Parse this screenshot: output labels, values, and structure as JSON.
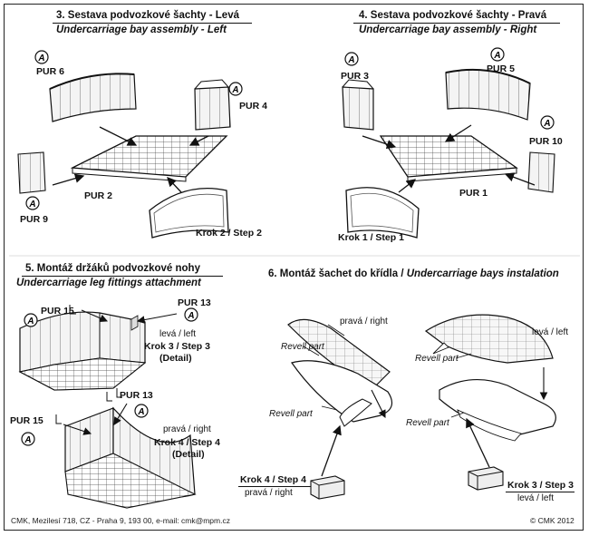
{
  "step3": {
    "title_cz": "3. Sestava podvozkové šachty - Levá",
    "title_en": "Undercarriage bay assembly -  Left",
    "labels": {
      "pur6": "PUR 6",
      "pur4": "PUR 4",
      "pur2": "PUR 2",
      "pur9": "PUR 9",
      "step": "Krok 2 / Step 2"
    }
  },
  "step4": {
    "title_cz": "4. Sestava podvozkové šachty - Pravá",
    "title_en": "Undercarriage bay assembly -  Right",
    "labels": {
      "pur3": "PUR 3",
      "pur5": "PUR 5",
      "pur10": "PUR 10",
      "pur1": "PUR 1",
      "step": "Krok 1 / Step 1"
    }
  },
  "step5": {
    "title_cz": "5. Montáž držáků podvozkové nohy",
    "title_en": "Undercarriage leg fittings attachment",
    "upper": {
      "pur15": "PUR 15",
      "pur13": "PUR 13",
      "side": "levá / left",
      "step": "Krok 3 / Step 3",
      "detail": "(Detail)"
    },
    "lower": {
      "pur13": "PUR 13",
      "pur15": "PUR 15",
      "side": "pravá / right",
      "step": "Krok 4 / Step 4",
      "detail": "(Detail)"
    }
  },
  "step6": {
    "title_cz": "6. Montáž šachet do křídla / ",
    "title_en": "Undercarriage bays instalation",
    "left": {
      "side": "pravá / right",
      "revell1": "Revell part",
      "revell2": "Revell part",
      "step": "Krok 4 / Step 4",
      "step_side": "pravá / right"
    },
    "right": {
      "side": "levá / left",
      "revell1": "Revell part",
      "revell2": "Revell part",
      "step": "Krok 3 / Step 3",
      "step_side": "levá / left"
    }
  },
  "icon_letter": "A",
  "footer": {
    "address": "CMK, Mezilesí 718, CZ - Praha 9, 193 00, e-mail: cmk@mpm.cz",
    "copyright": "© CMK 2012"
  }
}
